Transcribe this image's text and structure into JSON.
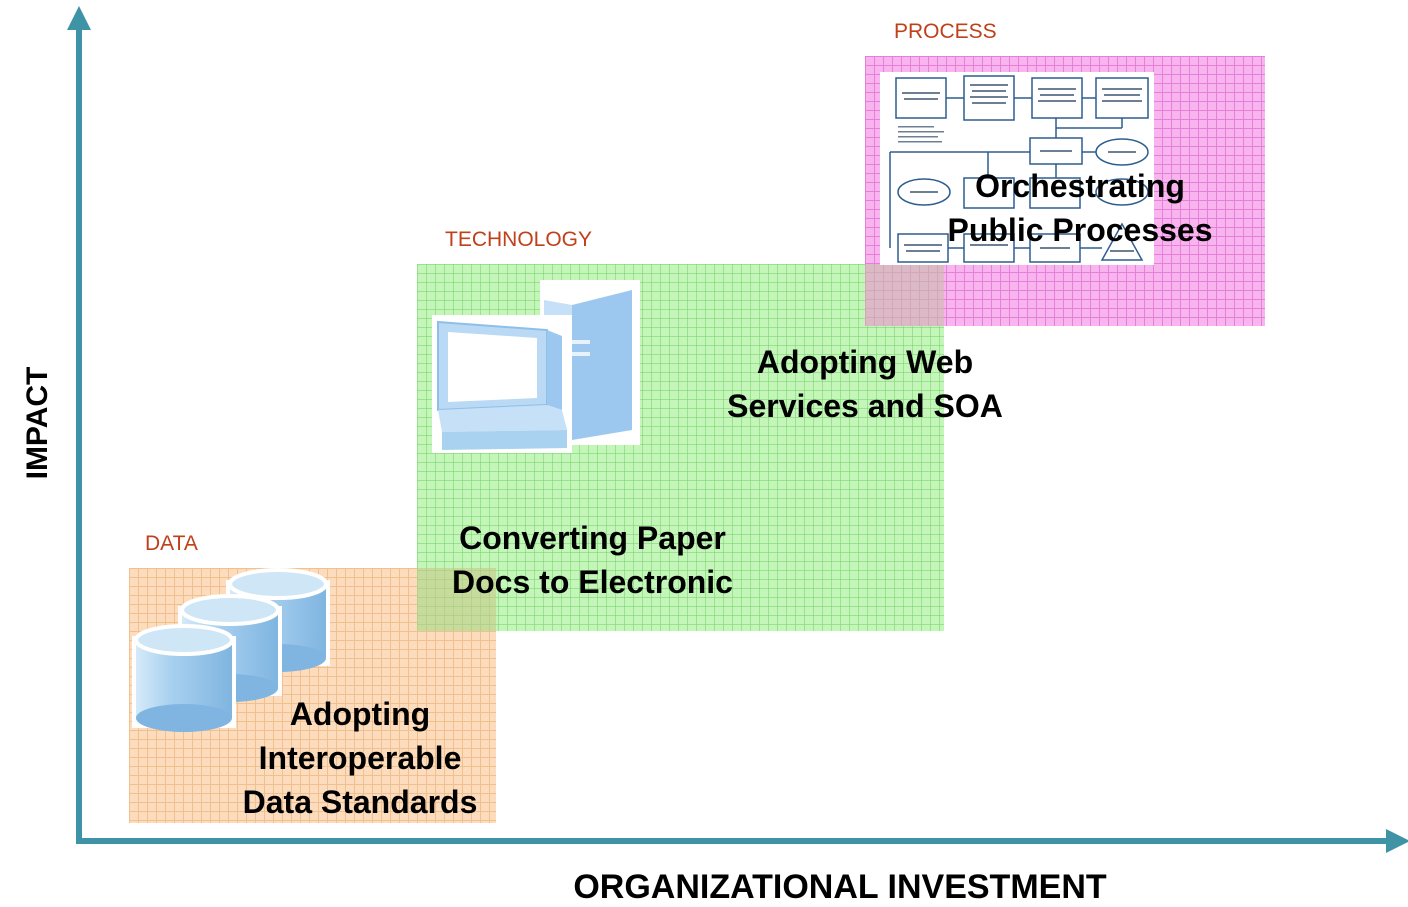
{
  "axes": {
    "y_label": "IMPACT",
    "x_label": "ORGANIZATIONAL INVESTMENT"
  },
  "stages": {
    "data": {
      "tag": "DATA",
      "caption": [
        "Adopting",
        "Interoperable",
        "Data Standards"
      ],
      "color": "#fcdcbc",
      "icon": "database-icon"
    },
    "technology": {
      "tag": "TECHNOLOGY",
      "caption_paper": [
        "Converting Paper",
        "Docs to Electronic"
      ],
      "caption_web": [
        "Adopting Web",
        "Services and SOA"
      ],
      "color": "#baf4ae",
      "icon": "computer-icon"
    },
    "process": {
      "tag": "PROCESS",
      "caption": [
        "Orchestrating",
        "Public Processes"
      ],
      "color": "#f8b4ef",
      "icon": "flowchart-icon"
    }
  },
  "colors": {
    "axis": "#3f93a6",
    "tag_text": "#c0401a"
  }
}
